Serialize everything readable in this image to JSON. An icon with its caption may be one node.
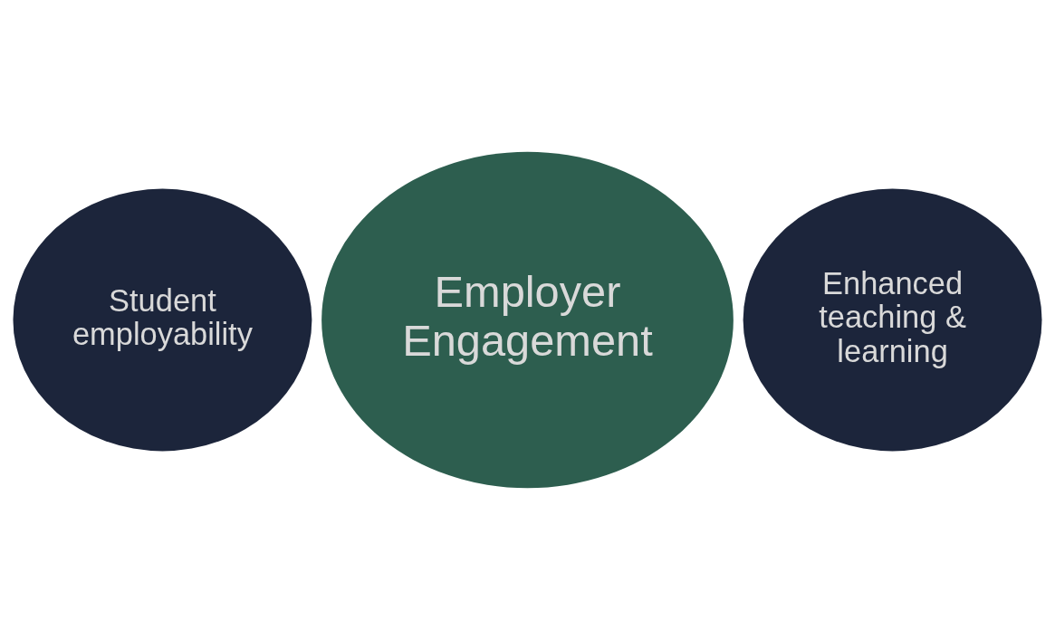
{
  "diagram": {
    "nodes": [
      {
        "text": [
          "Employer Engagement"
        ]
      },
      {
        "text": [
          "Student employability"
        ]
      },
      {
        "text": [
          "Enhanced teaching & learning"
        ]
      }
    ]
  }
}
